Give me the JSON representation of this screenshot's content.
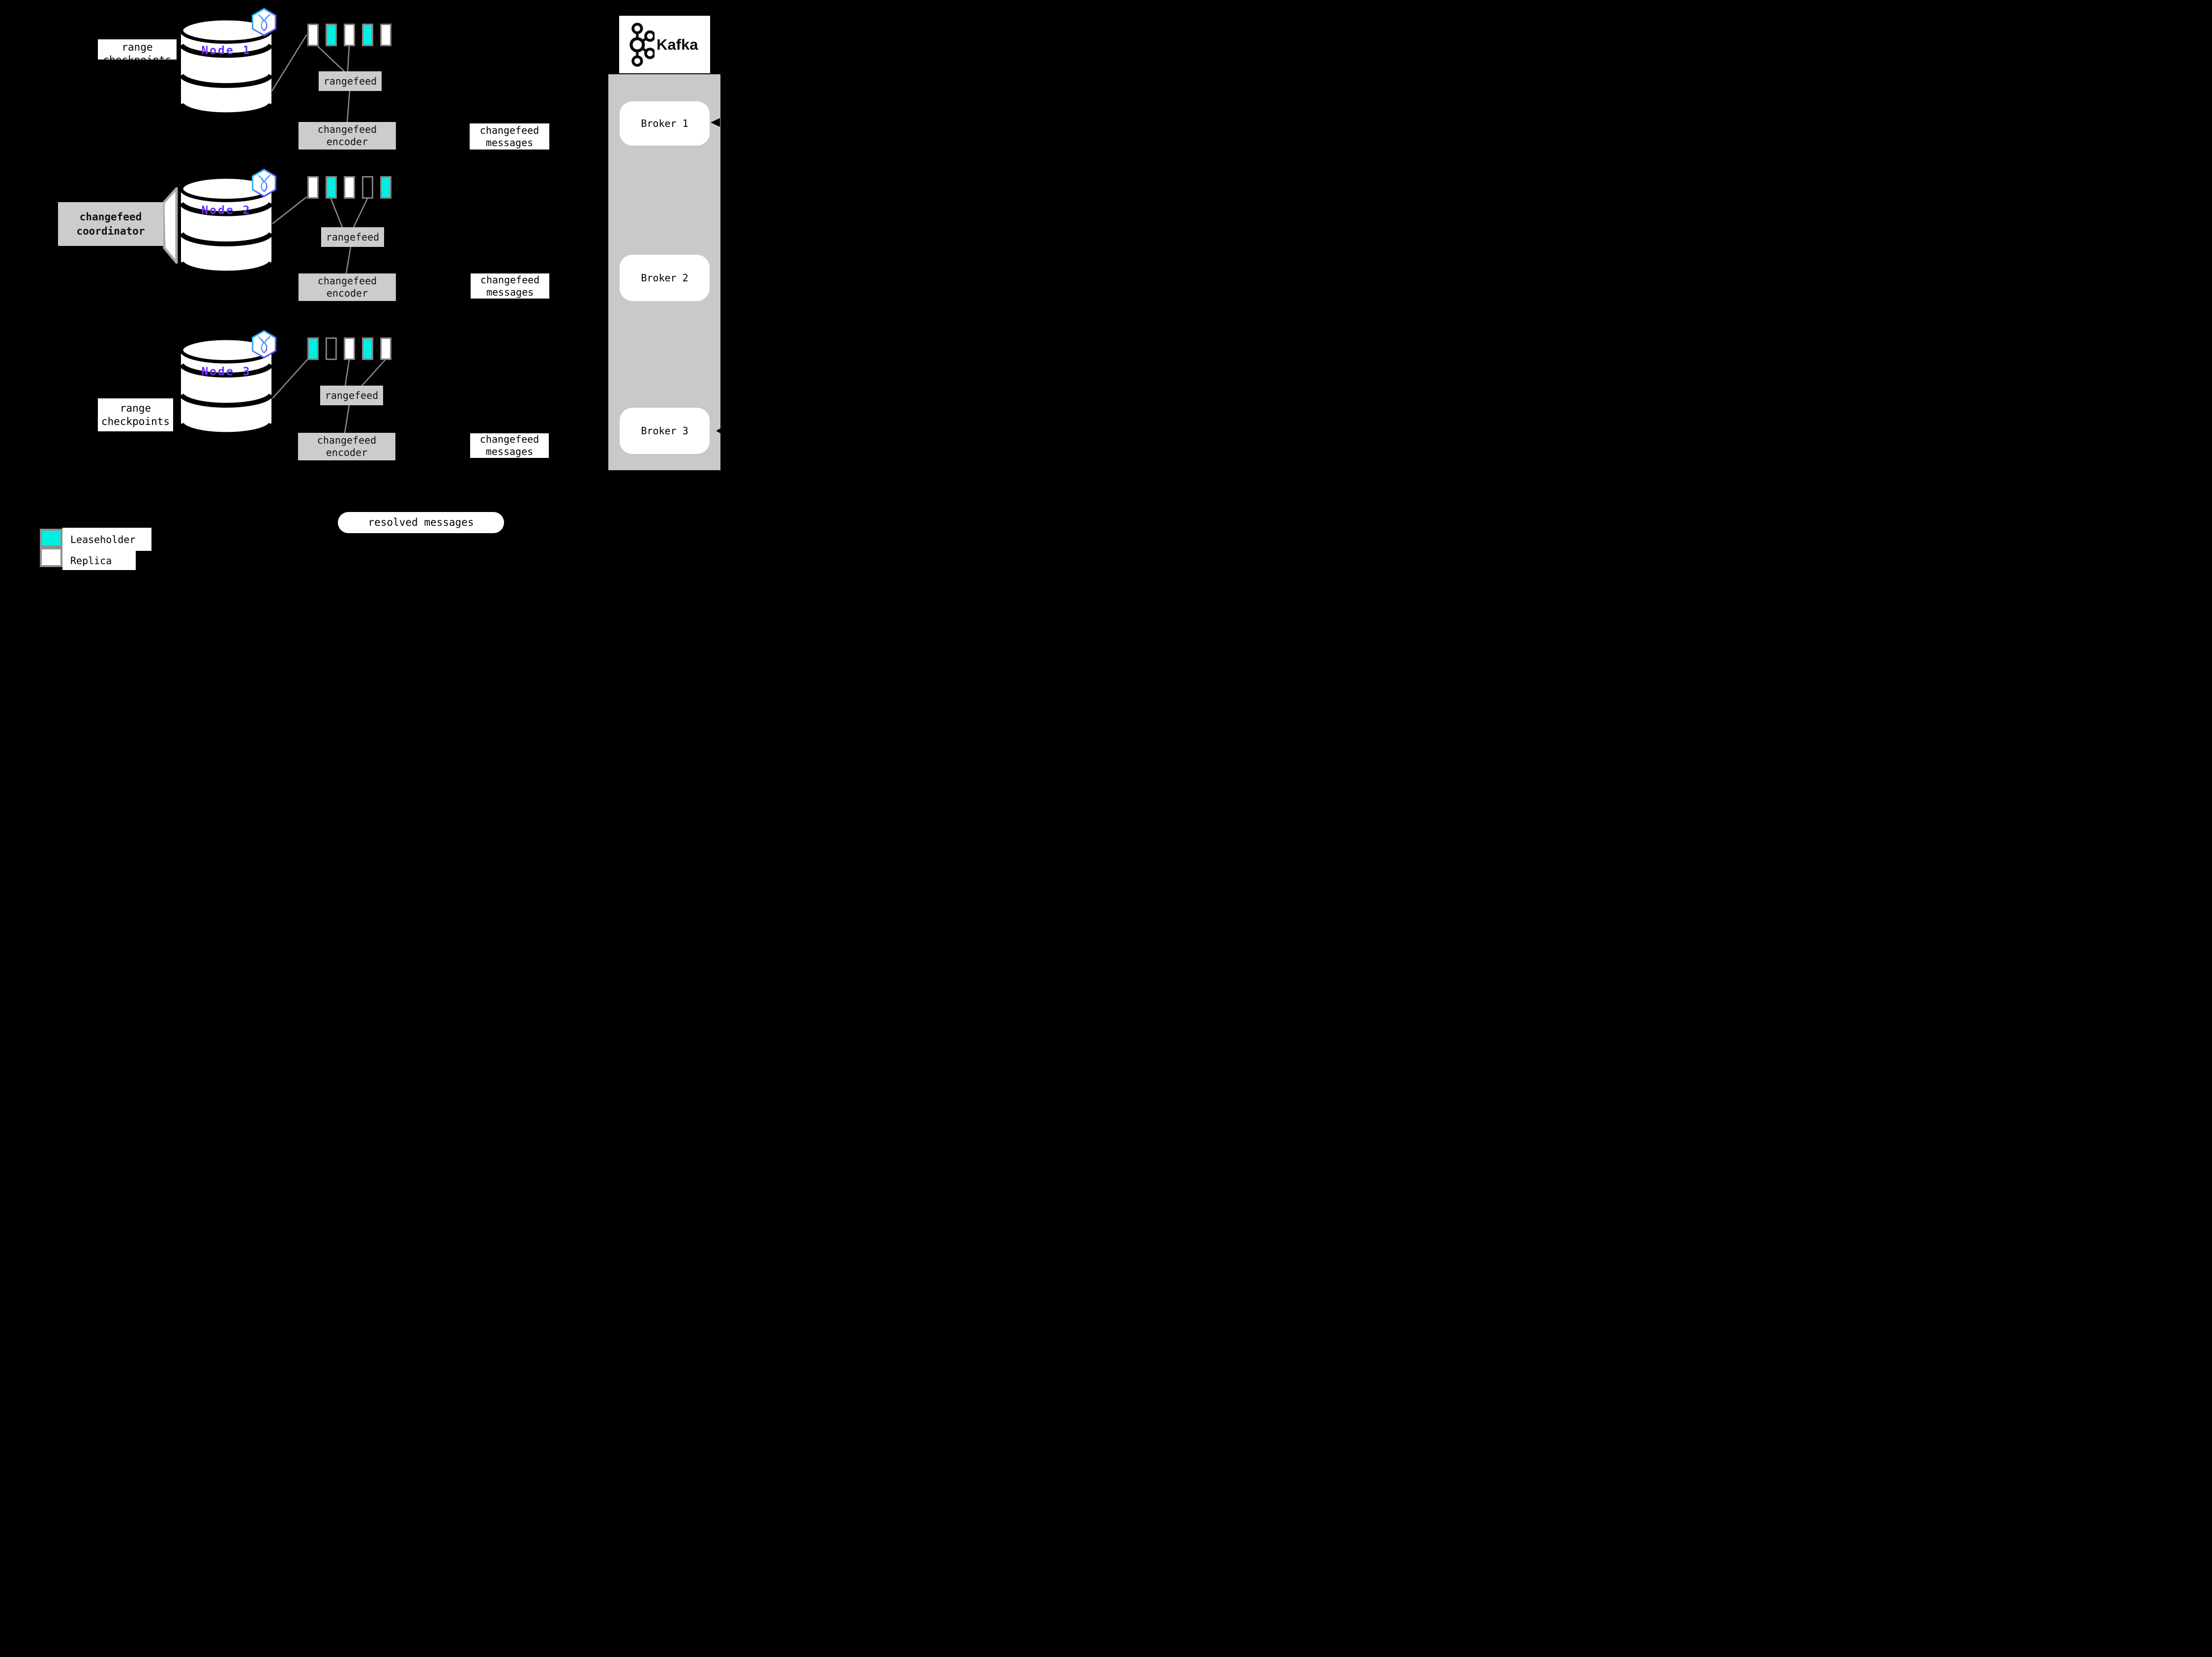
{
  "colors": {
    "background": "#000000",
    "leaseholder": "#00efe1",
    "replica": "#ffffff",
    "node_label": "#6933ff",
    "gray_box": "#cccccc",
    "kafka_panel": "#c9c9c9",
    "connector_line": "#8f8f8f",
    "range_border": "#7f7f7f",
    "hex_gradient_start": "#2bdcf4",
    "hex_gradient_end": "#6933ff"
  },
  "nodes": [
    {
      "name": "Node 1",
      "checkpoint_label": {
        "line1": "range",
        "line2": "checkpoints"
      },
      "rangefeed": "rangefeed",
      "encoder": {
        "line1": "changefeed",
        "line2": "encoder"
      },
      "message": {
        "line1": "changefeed",
        "line2": "messages"
      },
      "ranges": [
        "replica",
        "leaseholder",
        "replica",
        "leaseholder",
        "replica"
      ]
    },
    {
      "name": "Node 2",
      "coordinator": {
        "line1": "changefeed",
        "line2": "coordinator"
      },
      "rangefeed": "rangefeed",
      "encoder": {
        "line1": "changefeed",
        "line2": "encoder"
      },
      "message": {
        "line1": "changefeed",
        "line2": "messages"
      },
      "ranges": [
        "replica",
        "leaseholder",
        "replica",
        "unfilled",
        "leaseholder"
      ]
    },
    {
      "name": "Node 3",
      "checkpoint_label": {
        "line1": "range",
        "line2": "checkpoints"
      },
      "rangefeed": "rangefeed",
      "encoder": {
        "line1": "changefeed",
        "line2": "encoder"
      },
      "message": {
        "line1": "changefeed",
        "line2": "messages"
      },
      "ranges": [
        "leaseholder",
        "unfilled",
        "replica",
        "leaseholder",
        "replica"
      ]
    }
  ],
  "kafka": {
    "wordmark": "Kafka",
    "brokers": [
      "Broker 1",
      "Broker 2",
      "Broker 3"
    ]
  },
  "resolved_label": "resolved messages",
  "legend": [
    {
      "label": "Leaseholder",
      "type": "leaseholder"
    },
    {
      "label": "Replica",
      "type": "replica"
    }
  ]
}
